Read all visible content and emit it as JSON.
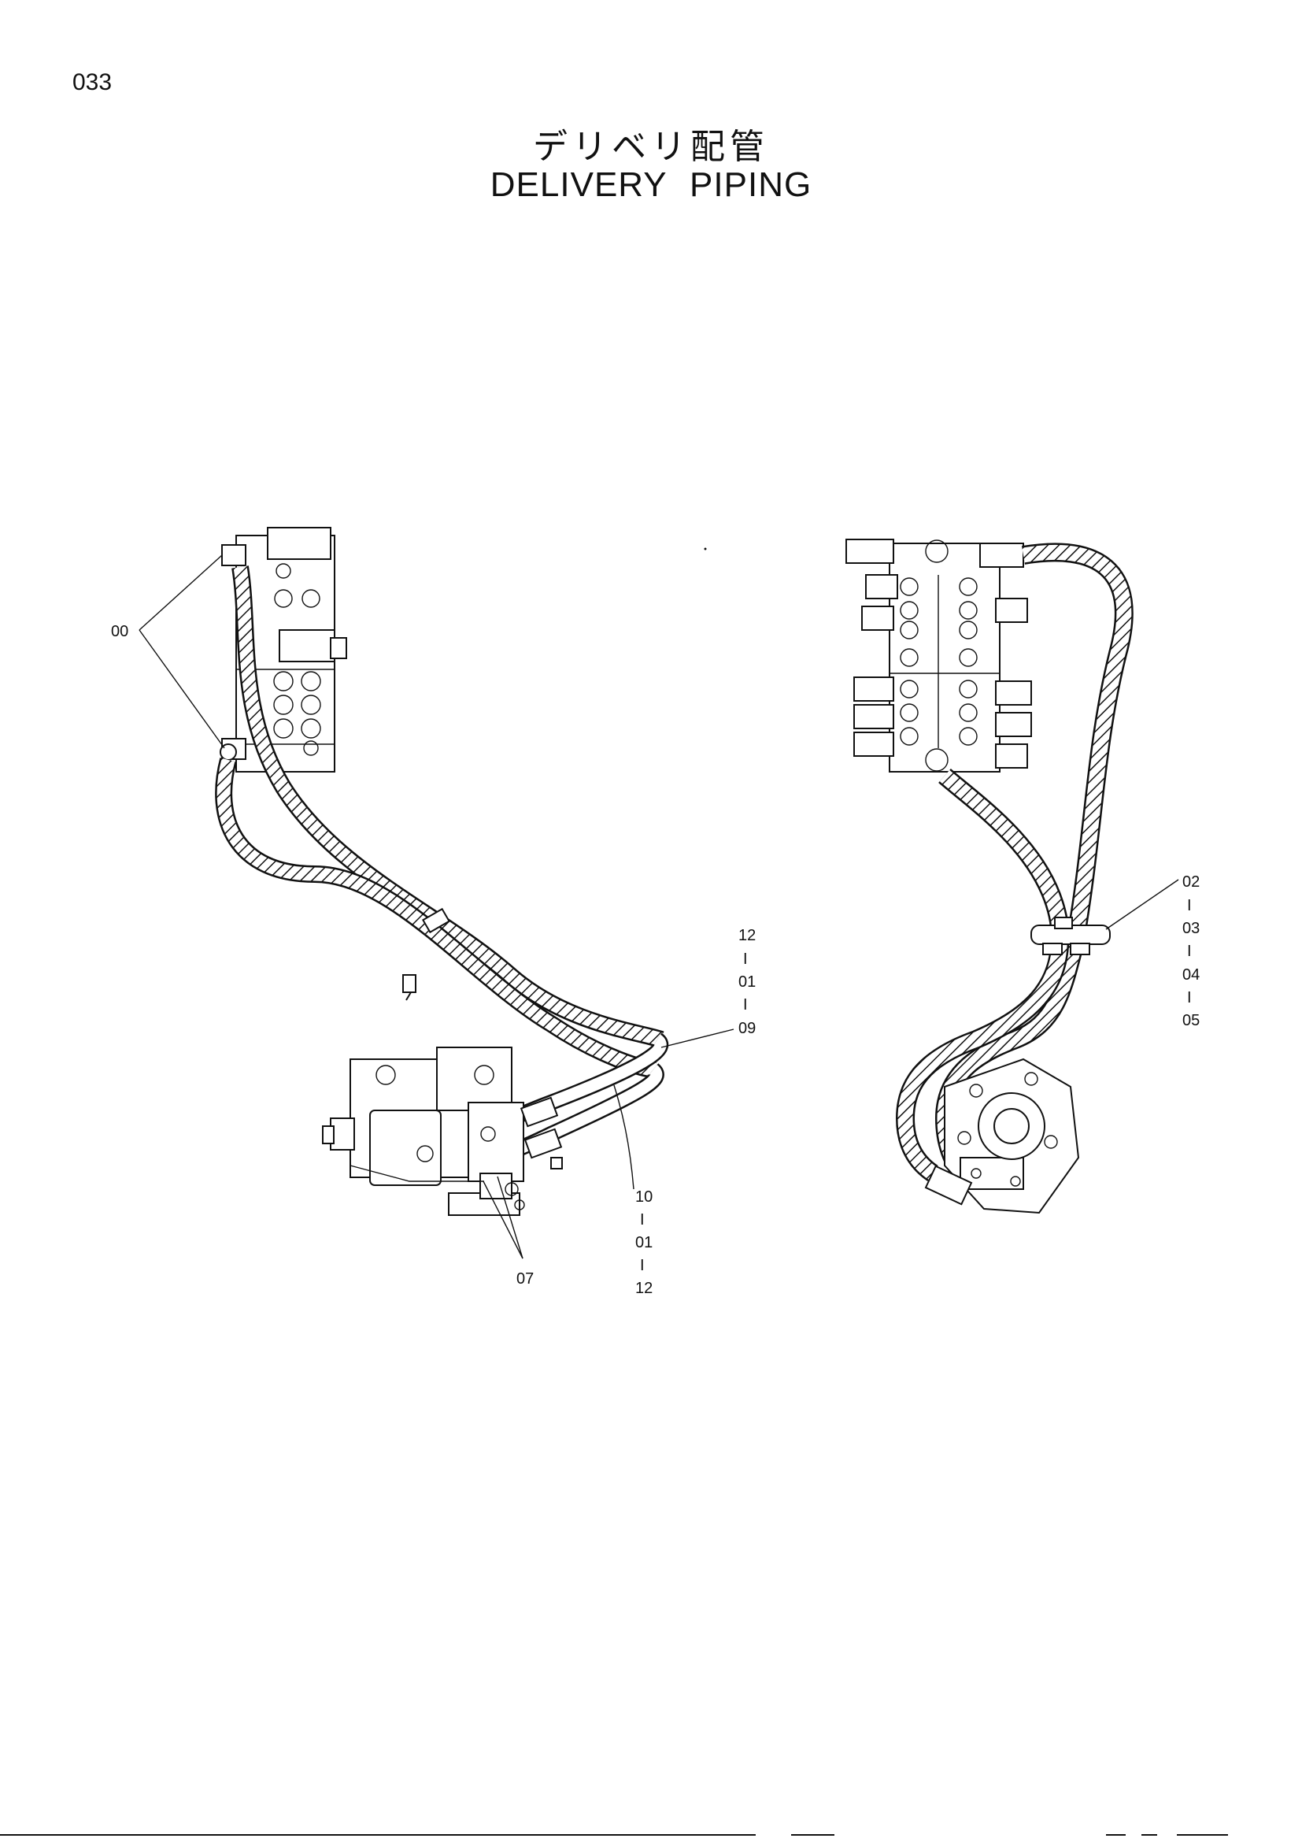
{
  "page": {
    "number": "033"
  },
  "title": {
    "japanese": "デリベリ配管",
    "english": "DELIVERY PIPING"
  },
  "callouts": {
    "c00": "00",
    "c07": "07",
    "stack_12_01_09": [
      "12",
      "I",
      "01",
      "I",
      "09"
    ],
    "stack_10_01_12": [
      "10",
      "I",
      "01",
      "I",
      "12"
    ],
    "stack_02_03_04_05": [
      "02",
      "I",
      "03",
      "I",
      "04",
      "I",
      "05"
    ]
  }
}
